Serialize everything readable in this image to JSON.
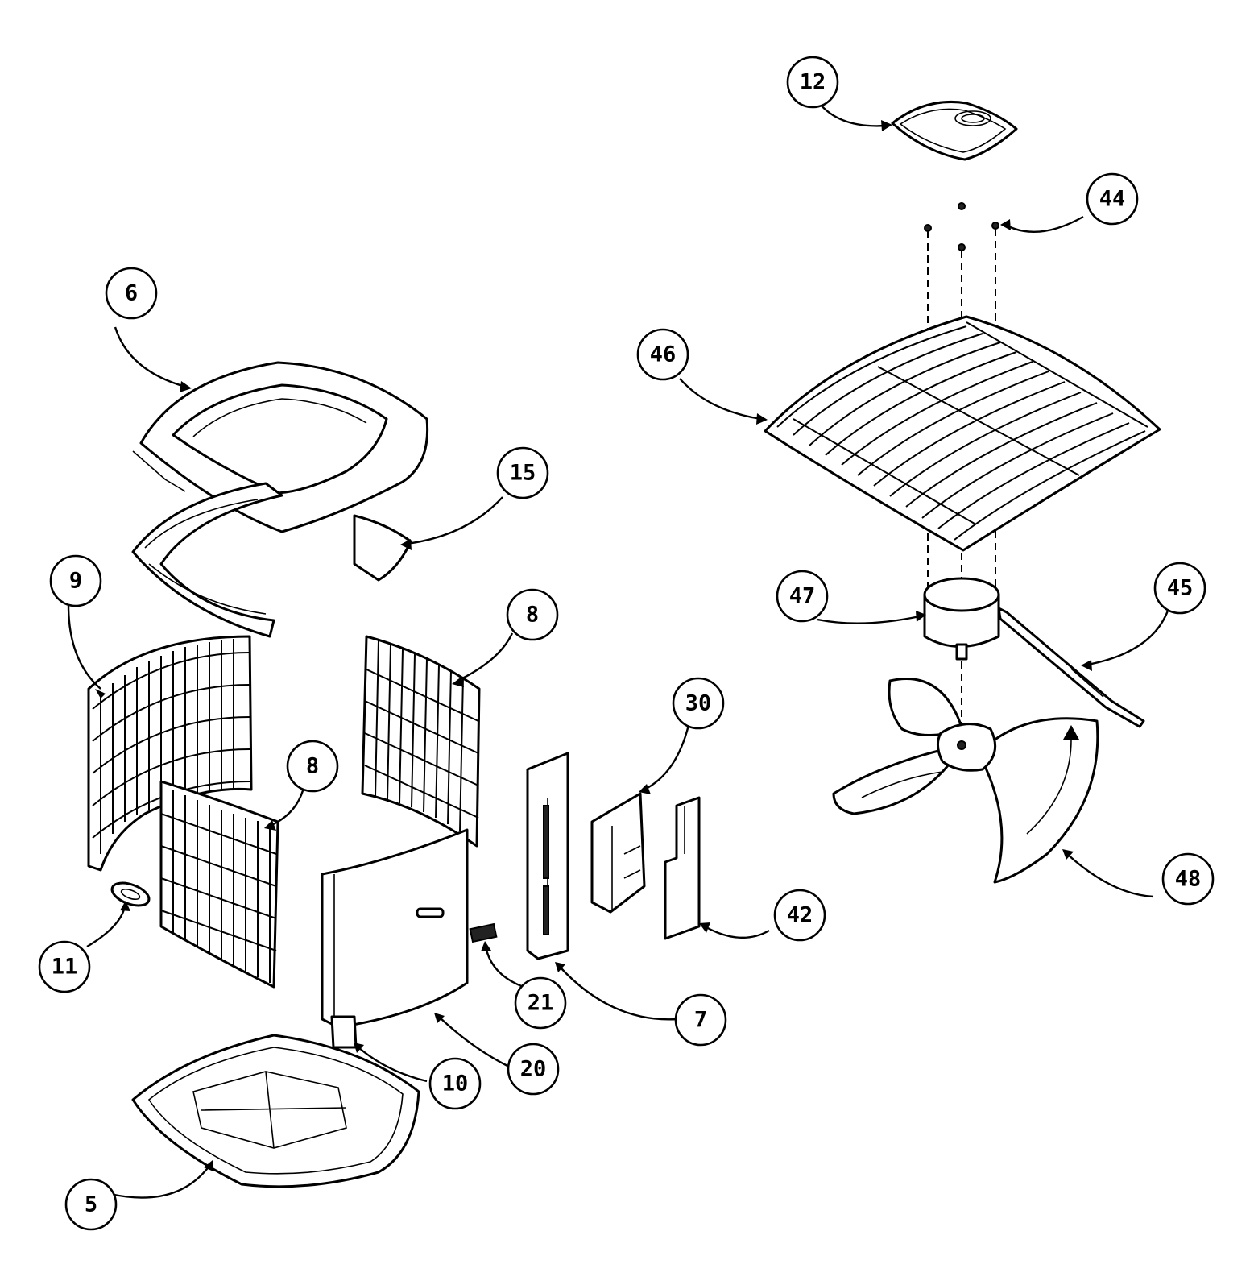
{
  "callouts": [
    {
      "id": "c12",
      "label": "12"
    },
    {
      "id": "c44",
      "label": "44"
    },
    {
      "id": "c6",
      "label": "6"
    },
    {
      "id": "c46",
      "label": "46"
    },
    {
      "id": "c15",
      "label": "15"
    },
    {
      "id": "c9",
      "label": "9"
    },
    {
      "id": "c8a",
      "label": "8"
    },
    {
      "id": "c47",
      "label": "47"
    },
    {
      "id": "c45",
      "label": "45"
    },
    {
      "id": "c30",
      "label": "30"
    },
    {
      "id": "c8b",
      "label": "8"
    },
    {
      "id": "c48",
      "label": "48"
    },
    {
      "id": "c42",
      "label": "42"
    },
    {
      "id": "c11",
      "label": "11"
    },
    {
      "id": "c21",
      "label": "21"
    },
    {
      "id": "c7",
      "label": "7"
    },
    {
      "id": "c20",
      "label": "20"
    },
    {
      "id": "c10",
      "label": "10"
    },
    {
      "id": "c5",
      "label": "5"
    }
  ]
}
